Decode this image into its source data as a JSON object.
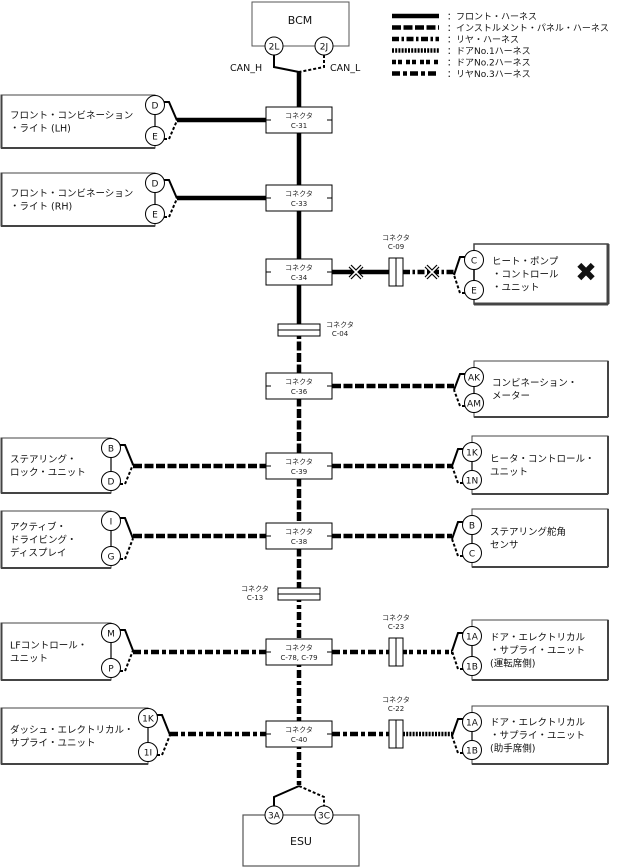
{
  "legend": [
    {
      "style": "front",
      "label": "：フロント・ハーネス"
    },
    {
      "style": "instrument",
      "label": "：インストルメント・パネル・ハーネス"
    },
    {
      "style": "rear",
      "label": "：リヤ・ハーネス"
    },
    {
      "style": "door1",
      "label": "：ドアNo.1ハーネス"
    },
    {
      "style": "door2",
      "label": "：ドアNo.2ハーネス"
    },
    {
      "style": "rear3",
      "label": "：リヤNo.3ハーネス"
    }
  ],
  "bcm": {
    "label": "BCM",
    "pins": [
      "2L",
      "2J"
    ],
    "wire_labels": [
      "CAN_H",
      "CAN_L"
    ]
  },
  "esu": {
    "label": "ESU",
    "pins": [
      "3A",
      "3C"
    ]
  },
  "connector_word": "コネクタ",
  "trunk_connectors": [
    {
      "id": "C-31",
      "type": "box"
    },
    {
      "id": "C-33",
      "type": "box"
    },
    {
      "id": "C-34",
      "type": "box"
    },
    {
      "id": "C-04",
      "type": "inline"
    },
    {
      "id": "C-36",
      "type": "box"
    },
    {
      "id": "C-39",
      "type": "box"
    },
    {
      "id": "C-38",
      "type": "box"
    },
    {
      "id": "C-13",
      "type": "inline"
    },
    {
      "id": "C-78, C-79",
      "type": "box"
    },
    {
      "id": "C-40",
      "type": "box"
    }
  ],
  "left_units": [
    {
      "lines": [
        "フロント・コンビネーション",
        "・ライト (LH)"
      ],
      "pins": [
        "D",
        "E"
      ],
      "connector": "C-31",
      "harness": "front"
    },
    {
      "lines": [
        "フロント・コンビネーション",
        "・ライト (RH)"
      ],
      "pins": [
        "D",
        "E"
      ],
      "connector": "C-33",
      "harness": "front"
    },
    {
      "lines": [
        "ステアリング・",
        "ロック・ユニット"
      ],
      "pins": [
        "B",
        "D"
      ],
      "connector": "C-39",
      "harness": "instrument"
    },
    {
      "lines": [
        "アクティブ・",
        "ドライビング・",
        "ディスプレイ"
      ],
      "pins": [
        "I",
        "G"
      ],
      "connector": "C-38",
      "harness": "instrument"
    },
    {
      "lines": [
        "LFコントロール・",
        "ユニット"
      ],
      "pins": [
        "M",
        "P"
      ],
      "connector": "C-78, C-79",
      "harness": "rear3"
    },
    {
      "lines": [
        "ダッシュ・エレクトリカル・",
        "サプライ・ユニット"
      ],
      "pins": [
        "1K",
        "1I"
      ],
      "connector": "C-40",
      "harness": "rear3"
    }
  ],
  "right_units": [
    {
      "lines": [
        "ヒート・ポンプ",
        "・コントロール",
        "・ユニット"
      ],
      "pins": [
        "C",
        "E"
      ],
      "connector": "C-34",
      "inline_connector": "C-09",
      "harness": "front",
      "harness_after": "rear",
      "not_equipped": true,
      "mark": "✖"
    },
    {
      "lines": [
        "コンビネーション・",
        "メーター"
      ],
      "pins": [
        "AK",
        "AM"
      ],
      "connector": "C-36",
      "harness": "instrument"
    },
    {
      "lines": [
        "ヒータ・コントロール・",
        "ユニット"
      ],
      "pins": [
        "1K",
        "1N"
      ],
      "connector": "C-39",
      "harness": "instrument"
    },
    {
      "lines": [
        "ステアリング舵角",
        "センサ"
      ],
      "pins": [
        "B",
        "C"
      ],
      "connector": "C-38",
      "harness": "instrument"
    },
    {
      "lines": [
        "ドア・エレクトリカル",
        "・サプライ・ユニット",
        "(運転席側)"
      ],
      "pins": [
        "1A",
        "1B"
      ],
      "connector": "C-78, C-79",
      "inline_connector": "C-23",
      "harness": "rear3",
      "harness_after": "door2"
    },
    {
      "lines": [
        "ドア・エレクトリカル",
        "・サプライ・ユニット",
        "(助手席側)"
      ],
      "pins": [
        "1A",
        "1B"
      ],
      "connector": "C-40",
      "inline_connector": "C-22",
      "harness": "rear3",
      "harness_after": "door1"
    }
  ],
  "trunk_segments": [
    "front",
    "front",
    "front",
    "front",
    "instrument",
    "instrument",
    "instrument",
    "instrument",
    "rear3",
    "rear3",
    "rear3"
  ]
}
